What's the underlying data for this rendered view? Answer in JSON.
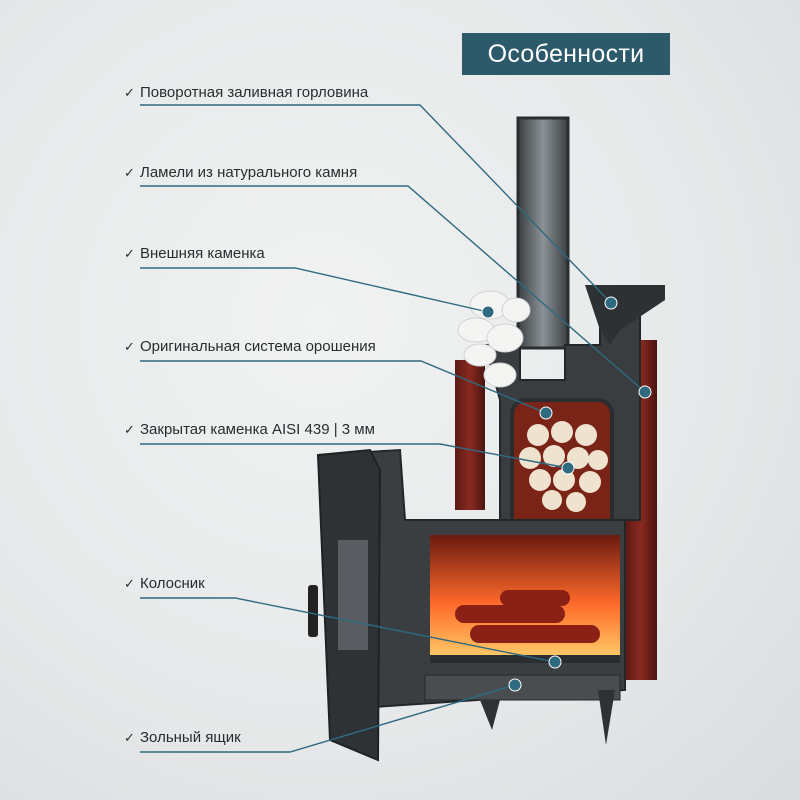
{
  "title": "Особенности",
  "features": [
    {
      "check": "✓",
      "label": "Поворотная заливная горловина"
    },
    {
      "check": "✓",
      "label": "Ламели из натурального камня"
    },
    {
      "check": "✓",
      "label": "Внешняя каменка"
    },
    {
      "check": "✓",
      "label": "Оригинальная система орошения"
    },
    {
      "check": "✓",
      "label": "Закрытая каменка AISI 439 | 3 мм"
    },
    {
      "check": "✓",
      "label": "Колосник"
    },
    {
      "check": "✓",
      "label": "Зольный ящик"
    }
  ],
  "colors": {
    "accent": "#2c5a6a",
    "leader": "#2e6a80"
  }
}
